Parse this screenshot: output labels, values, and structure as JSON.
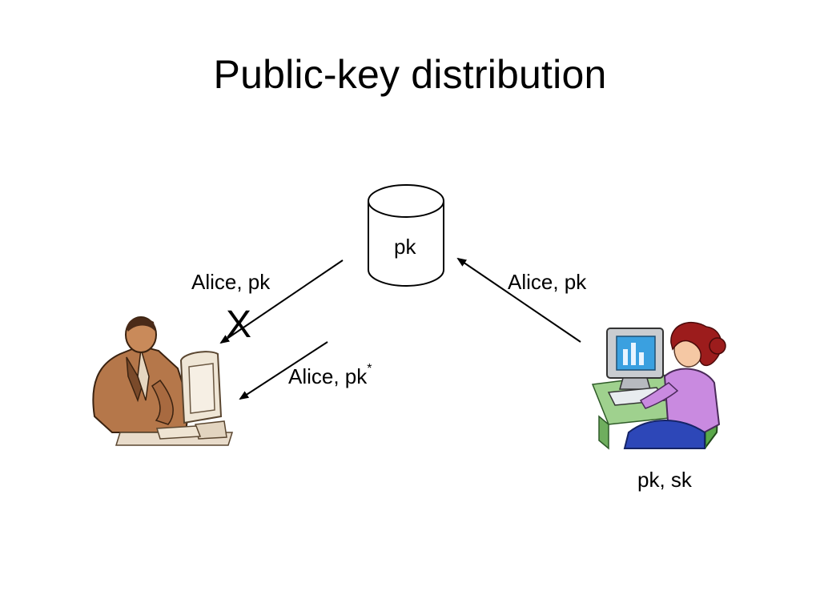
{
  "slide": {
    "title": "Public-key distribution"
  },
  "diagram": {
    "database_label": "pk",
    "left_incoming_label": "Alice, pk",
    "right_outgoing_label": "Alice, pk",
    "attacker_label_prefix": "Alice, pk",
    "attacker_label_superscript": "*",
    "blocked_mark": "X",
    "alice_keys_label": "pk, sk"
  },
  "actors": {
    "left": "man-at-computer-icon",
    "right": "woman-at-computer-icon"
  }
}
